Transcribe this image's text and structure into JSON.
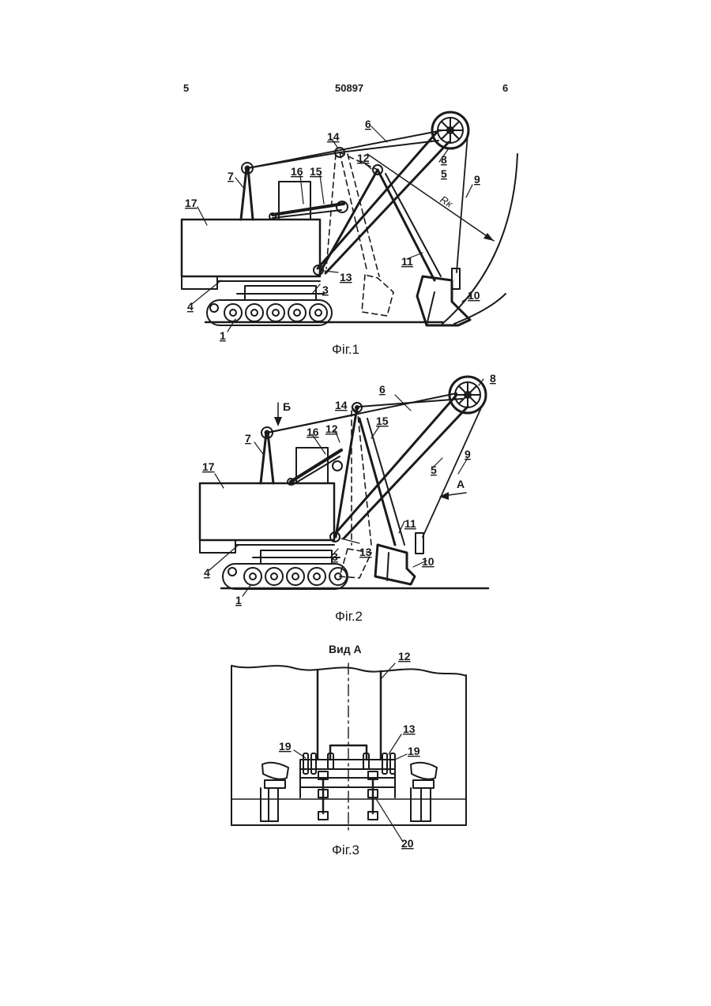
{
  "header": {
    "left": "5",
    "center": "50897",
    "right": "6"
  },
  "fig1": {
    "caption": "Фіг.1",
    "labels": [
      "1",
      "3",
      "4",
      "5",
      "6",
      "7",
      "8",
      "9",
      "10",
      "11",
      "12",
      "13",
      "14",
      "15",
      "16",
      "17"
    ],
    "radius_label": "Rк"
  },
  "fig2": {
    "caption": "Фіг.2",
    "labels": [
      "1",
      "3",
      "4",
      "5",
      "6",
      "7",
      "8",
      "9",
      "10",
      "11",
      "12",
      "13",
      "14",
      "15",
      "16",
      "17"
    ],
    "view_b": "Б",
    "view_a": "А"
  },
  "fig3": {
    "caption": "Фіг.3",
    "title": "Вид А",
    "labels": [
      "12",
      "13",
      "19",
      "19",
      "20"
    ]
  }
}
